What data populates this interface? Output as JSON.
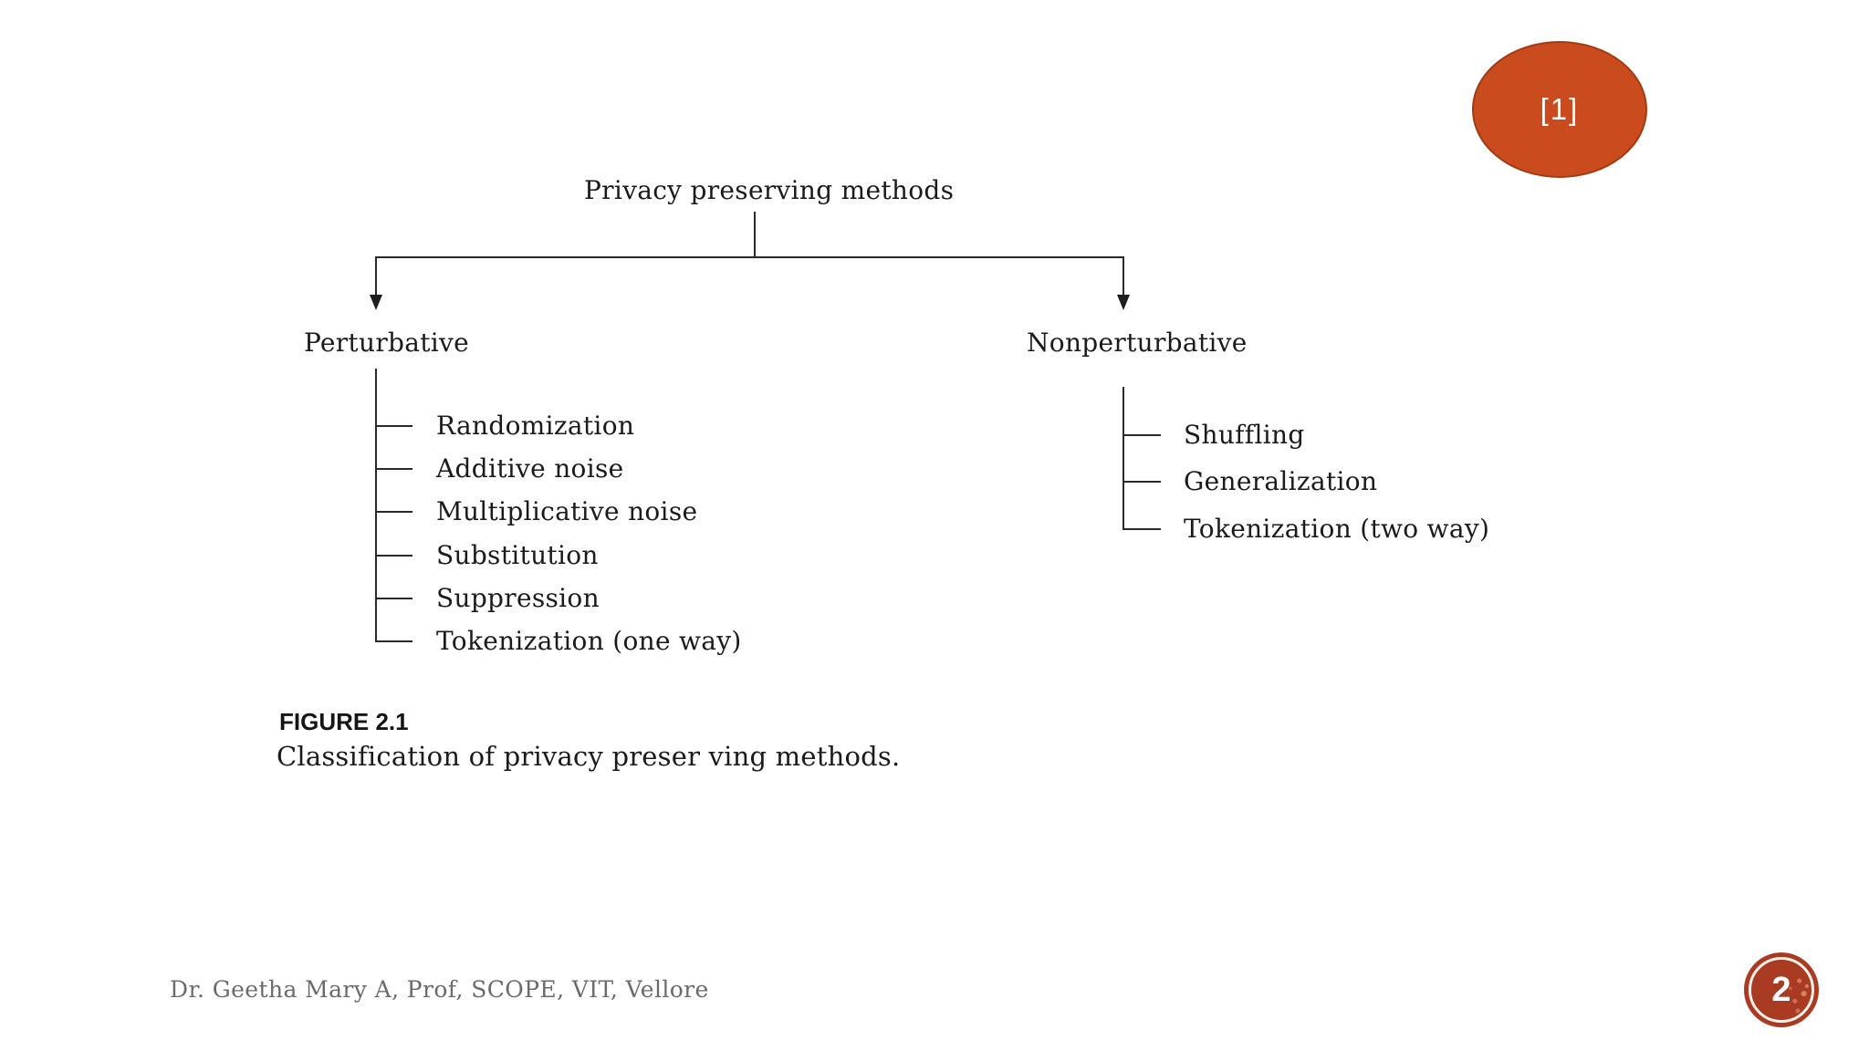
{
  "slide": {
    "citation_badge": {
      "label": "[1]",
      "fill": "#c94b1e",
      "border": "#a23a12",
      "text_color": "#ffffff"
    },
    "footer": {
      "text": "Dr. Geetha Mary A, Prof, SCOPE, VIT, Vellore",
      "color": "#6b6b6b"
    },
    "page_number": {
      "value": "2",
      "fill": "#a83b21",
      "text_color": "#ffffff"
    }
  },
  "figure": {
    "caption_label": "FIGURE 2.1",
    "caption_text": "Classification of privacy preser ving methods.",
    "line_color": "#2a2a2a",
    "tree": {
      "root": "Privacy preserving methods",
      "branches": [
        {
          "label": "Perturbative",
          "children": [
            "Randomization",
            "Additive noise",
            "Multiplicative noise",
            "Substitution",
            "Suppression",
            "Tokenization (one way)"
          ]
        },
        {
          "label": "Nonperturbative",
          "children": [
            "Shuffling",
            "Generalization",
            "Tokenization (two way)"
          ]
        }
      ]
    }
  }
}
